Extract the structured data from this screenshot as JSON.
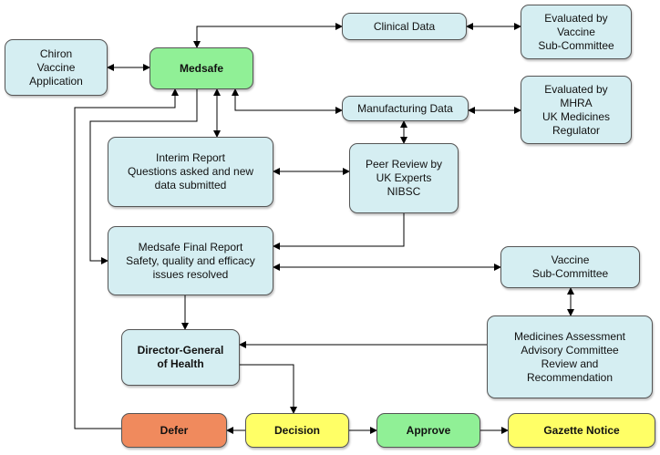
{
  "nodes": {
    "chiron": "Chiron\nVaccine\nApplication",
    "medsafe": "Medsafe",
    "clinical": "Clinical Data",
    "eval_vaccine": "Evaluated by\nVaccine\nSub-Committee",
    "manufacturing": "Manufacturing Data",
    "eval_mhra": "Evaluated by\nMHRA\nUK Medicines\nRegulator",
    "interim": "Interim Report\nQuestions asked and new\ndata submitted",
    "peer": "Peer Review by\nUK Experts\nNIBSC",
    "final": "Medsafe Final Report\nSafety, quality and efficacy\nissues resolved",
    "vaccine_sub": "Vaccine\nSub-Committee",
    "dg": "Director-General\nof Health",
    "maac": "Medicines Assessment\nAdvisory Committee\nReview and\nRecommendation",
    "defer": "Defer",
    "decision": "Decision",
    "approve": "Approve",
    "gazette": "Gazette Notice"
  },
  "colors": {
    "blue_box": "#d5eef2",
    "green_box": "#90f096",
    "orange_box": "#f08a5d",
    "yellow_box": "#ffff66",
    "lines": "#000000"
  }
}
